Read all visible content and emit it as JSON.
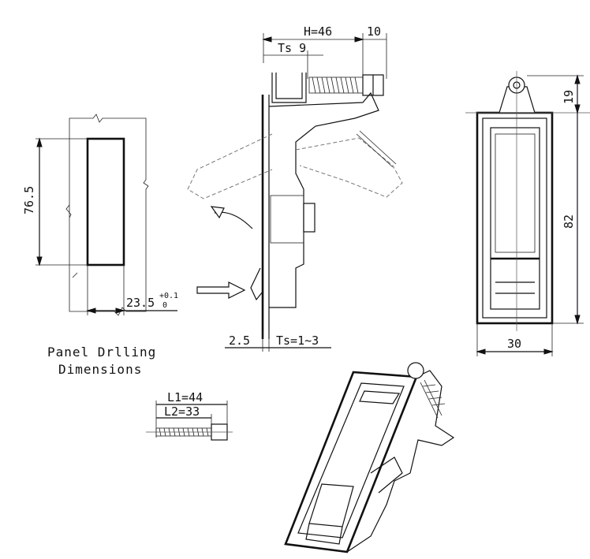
{
  "panel_drilling": {
    "height_label": "76.5",
    "width_label": "23.5",
    "tolerance_upper": "+0.1",
    "tolerance_lower": "0",
    "caption_line1": "Panel Drlling",
    "caption_line2": "Dimensions"
  },
  "side_view": {
    "overall_label": "H=46",
    "nut_label": "10",
    "ts_top_label": "Ts 9",
    "offset_label": "2.5",
    "thickness_label": "Ts=1~3"
  },
  "front_view": {
    "top_label": "19",
    "height_label": "82",
    "width_label": "30"
  },
  "screw": {
    "l1_label": "L1=44",
    "l2_label": "L2=33"
  }
}
